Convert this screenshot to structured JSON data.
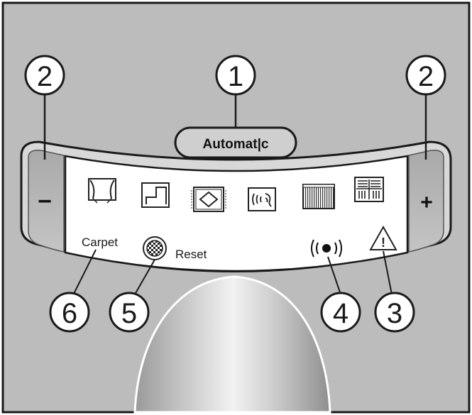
{
  "panel": {
    "automatic_button_label": "Automat|c",
    "minus_label": "−",
    "plus_label": "+",
    "carpet_label": "Carpet",
    "reset_label": "Reset"
  },
  "callouts": {
    "c1": "1",
    "c2_left": "2",
    "c2_right": "2",
    "c3": "3",
    "c4": "4",
    "c5": "5",
    "c6": "6"
  },
  "icons": [
    "curtain-icon",
    "upholstery-icon",
    "rug-icon",
    "acoustic-icon",
    "textured-carpet-icon",
    "tile-floor-icon"
  ],
  "colors": {
    "housing": "#b9b9b9",
    "panel_white": "#ffffff",
    "outline": "#1a1a1a"
  }
}
